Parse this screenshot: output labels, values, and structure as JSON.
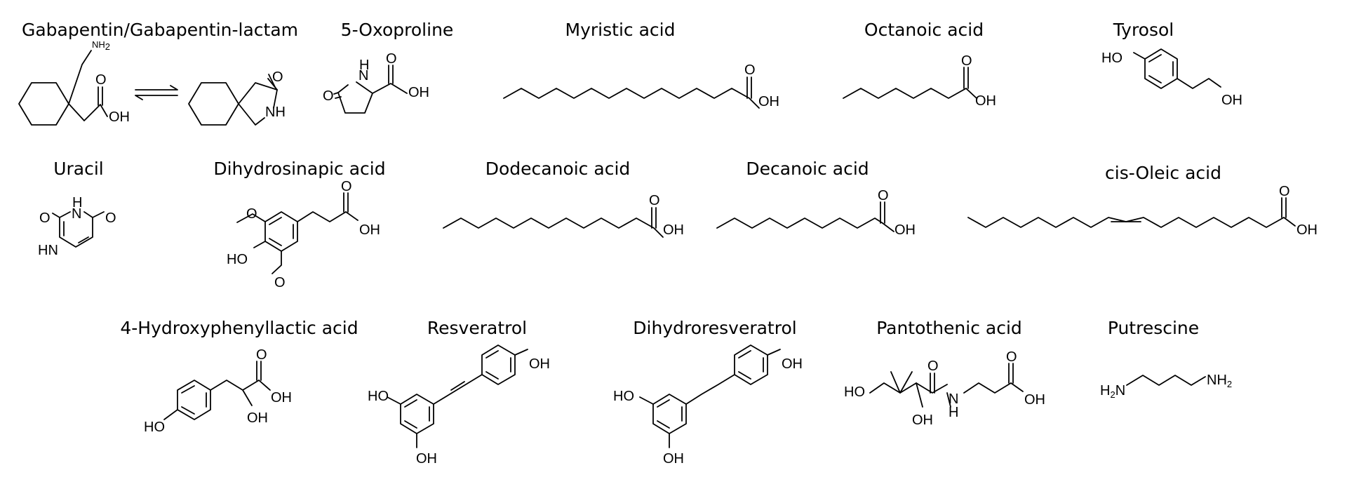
{
  "figure": {
    "rows": [
      [
        {
          "key": "gabapentin",
          "name": "Gabapentin/Gabapentin-lactam"
        },
        {
          "key": "oxoproline",
          "name": "5-Oxoproline"
        },
        {
          "key": "myristic",
          "name": "Myristic acid"
        },
        {
          "key": "octanoic",
          "name": "Octanoic acid"
        },
        {
          "key": "tyrosol",
          "name": "Tyrosol"
        }
      ],
      [
        {
          "key": "uracil",
          "name": "Uracil"
        },
        {
          "key": "dihydrosinapic",
          "name": "Dihydrosinapic acid"
        },
        {
          "key": "dodecanoic",
          "name": "Dodecanoic acid"
        },
        {
          "key": "decanoic",
          "name": "Decanoic acid"
        },
        {
          "key": "oleic",
          "name": "cis-Oleic acid"
        }
      ],
      [
        {
          "key": "hpla",
          "name": "4-Hydroxyphenyllactic acid"
        },
        {
          "key": "resveratrol",
          "name": "Resveratrol"
        },
        {
          "key": "dihydroresveratrol",
          "name": "Dihydroresveratrol"
        },
        {
          "key": "pantothenic",
          "name": "Pantothenic acid"
        },
        {
          "key": "putrescine",
          "name": "Putrescine"
        }
      ]
    ],
    "atom_labels": {
      "OH": "OH",
      "HO": "HO",
      "O": "O",
      "N": "N",
      "H": "H",
      "NH": "NH",
      "HN": "HN",
      "NH2": "NH",
      "H2N": "H",
      "H2N_N": "N",
      "sub2": "2"
    }
  }
}
